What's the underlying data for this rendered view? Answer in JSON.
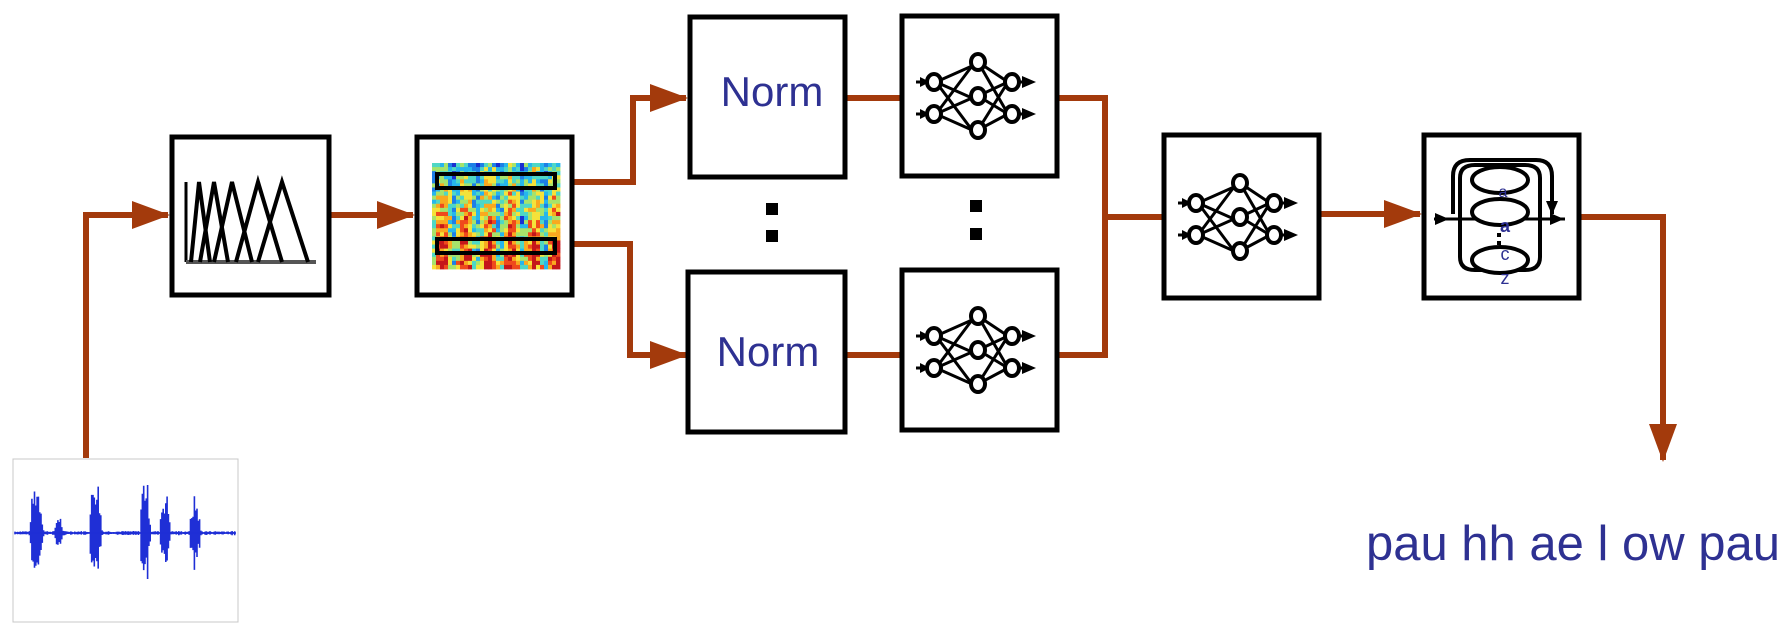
{
  "diagram": {
    "colors": {
      "arrow": "#a33a0c",
      "box_border": "#000000",
      "text": "#2e3192",
      "waveform": "#1f2fd6"
    },
    "blocks": [
      {
        "id": "filterbank",
        "icon": "triangular-filterbank-icon"
      },
      {
        "id": "spectrogram",
        "icon": "spectrogram-icon"
      },
      {
        "id": "norm-top",
        "label": "Norm"
      },
      {
        "id": "norm-bottom",
        "label": "Norm"
      },
      {
        "id": "net-top",
        "icon": "neural-network-icon"
      },
      {
        "id": "net-bottom",
        "icon": "neural-network-icon"
      },
      {
        "id": "net-combine",
        "icon": "neural-network-icon"
      },
      {
        "id": "decoder",
        "icon": "hmm-decoder-icon",
        "glyphs": [
          "a",
          "a",
          "c",
          "z"
        ]
      }
    ],
    "ellipsis_markers": [
      "⋮",
      "⋮"
    ],
    "output_text": "pau hh ae l ow pau"
  }
}
